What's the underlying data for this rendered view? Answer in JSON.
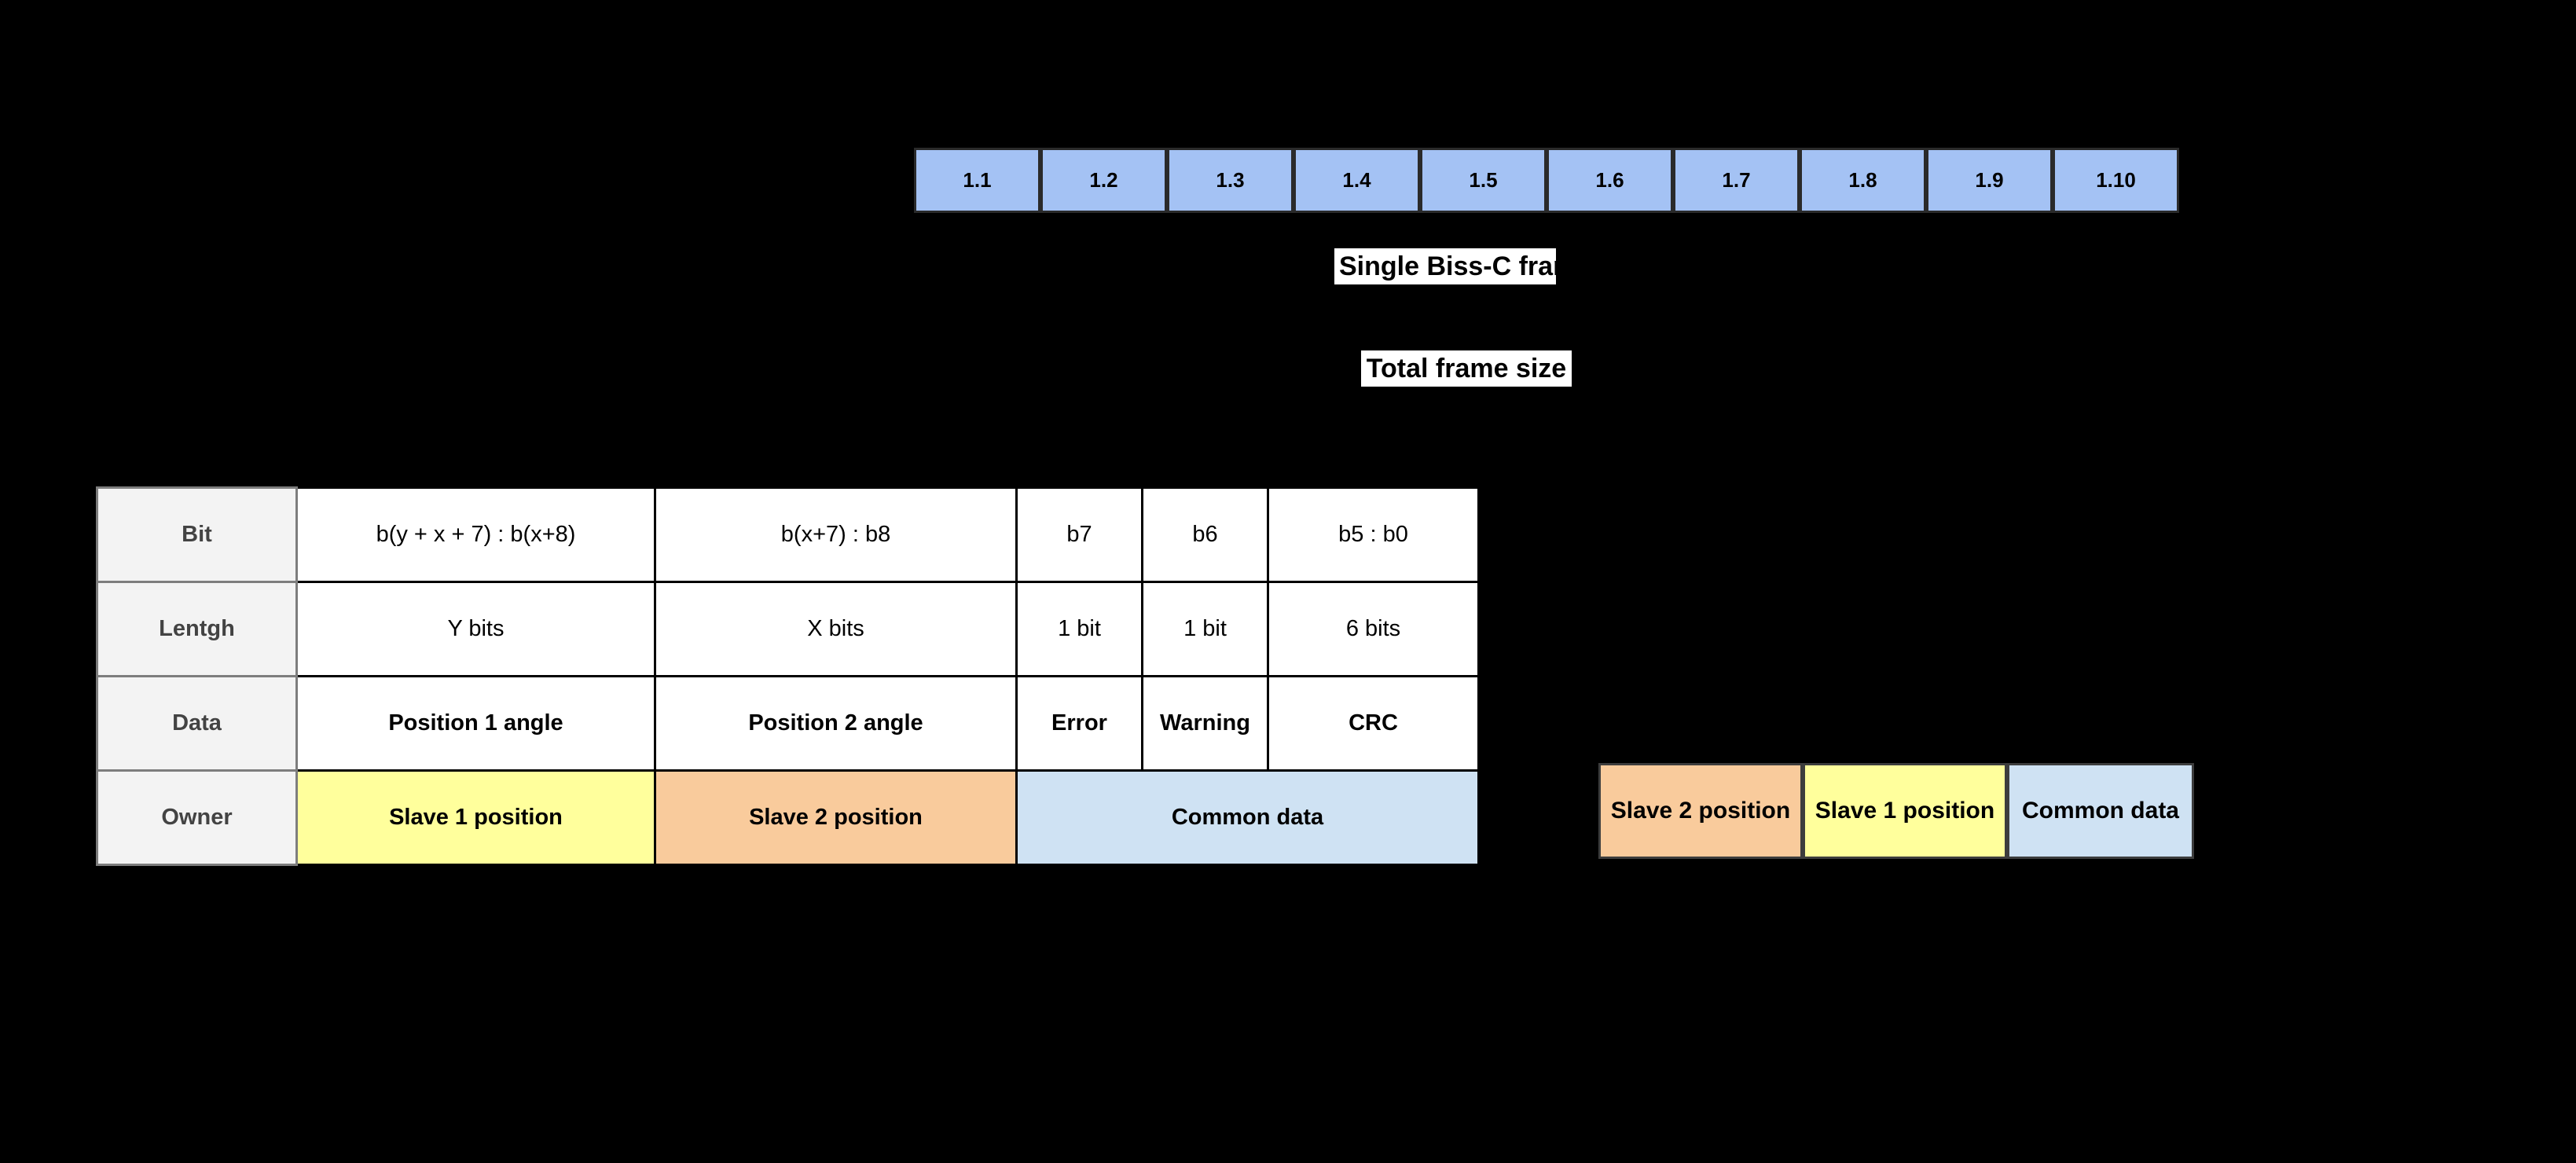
{
  "diagram": {
    "frame_strip": {
      "cells": [
        "1.1",
        "1.2",
        "1.3",
        "1.4",
        "1.5",
        "1.6",
        "1.7",
        "1.8",
        "1.9",
        "1.10"
      ]
    },
    "labels": {
      "single_frame": "Single Biss-C frame",
      "total_frame": "Total frame size"
    },
    "table": {
      "rows": {
        "bit": {
          "header": "Bit",
          "cells": [
            "b(y + x + 7) : b(x+8)",
            "b(x+7) : b8",
            "b7",
            "b6",
            "b5 : b0"
          ]
        },
        "length": {
          "header": "Lentgh",
          "cells": [
            "Y bits",
            "X bits",
            "1 bit",
            "1 bit",
            "6 bits"
          ]
        },
        "data": {
          "header": "Data",
          "cells": [
            "Position 1 angle",
            "Position 2 angle",
            "Error",
            "Warning",
            "CRC"
          ]
        },
        "owner": {
          "header": "Owner",
          "cells": [
            "Slave 1 position",
            "Slave 2 position",
            "Common data"
          ]
        }
      }
    },
    "legend": {
      "items": [
        {
          "label": "Slave 2 position"
        },
        {
          "label": "Slave 1 position"
        },
        {
          "label": "Common data"
        }
      ]
    },
    "colors": {
      "background": "#000000",
      "frame_strip_blue": "#a4c2f4",
      "owner_yellow": "#ffff9c",
      "owner_orange": "#f9cb9c",
      "owner_blue": "#cfe2f3",
      "header_gray": "#f3f3f3",
      "header_text": "#434343"
    }
  }
}
